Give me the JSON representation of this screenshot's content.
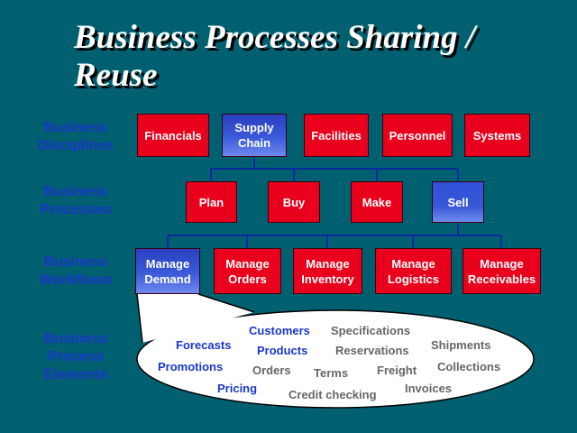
{
  "title": {
    "line1": "Business Processes Sharing /",
    "line2": "Reuse"
  },
  "row_labels": {
    "disciplines": [
      "Business",
      "Disciplines"
    ],
    "processes": [
      "Business",
      "Processes"
    ],
    "workflows": [
      "Business",
      "Workflows"
    ],
    "elements": [
      "Business",
      "Process",
      "Elements"
    ]
  },
  "disciplines": [
    {
      "lines": [
        "Financials"
      ],
      "highlight": false
    },
    {
      "lines": [
        "Supply",
        "Chain"
      ],
      "highlight": true
    },
    {
      "lines": [
        "Facilities"
      ],
      "highlight": false
    },
    {
      "lines": [
        "Personnel"
      ],
      "highlight": false
    },
    {
      "lines": [
        "Systems"
      ],
      "highlight": false
    }
  ],
  "processes": [
    {
      "lines": [
        "Plan"
      ],
      "highlight": false
    },
    {
      "lines": [
        "Buy"
      ],
      "highlight": false
    },
    {
      "lines": [
        "Make"
      ],
      "highlight": false
    },
    {
      "lines": [
        "Sell"
      ],
      "highlight": true
    }
  ],
  "workflows": [
    {
      "lines": [
        "Manage",
        "Demand"
      ],
      "highlight": true
    },
    {
      "lines": [
        "Manage",
        "Orders"
      ],
      "highlight": false
    },
    {
      "lines": [
        "Manage",
        "Inventory"
      ],
      "highlight": false
    },
    {
      "lines": [
        "Manage",
        "Logistics"
      ],
      "highlight": false
    },
    {
      "lines": [
        "Manage",
        "Receivables"
      ],
      "highlight": false
    }
  ],
  "elements": {
    "forecasts": "Forecasts",
    "customers": "Customers",
    "specifications": "Specifications",
    "shipments": "Shipments",
    "products": "Products",
    "reservations": "Reservations",
    "promotions": "Promotions",
    "orders": "Orders",
    "terms": "Terms",
    "freight": "Freight",
    "collections": "Collections",
    "pricing": "Pricing",
    "credit_checking": "Credit checking",
    "invoices": "Invoices"
  },
  "colors": {
    "background": "#006070",
    "box_red": "#e8001c",
    "box_blue": "#3a5ad8",
    "label_blue": "#1a37c8",
    "element_gray": "#666666"
  }
}
